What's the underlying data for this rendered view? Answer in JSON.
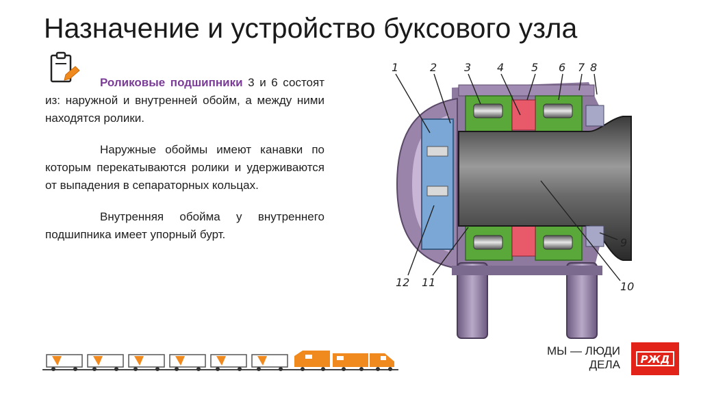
{
  "page": {
    "title": "Назначение и устройство буксового узла"
  },
  "text": {
    "p1_highlight": "Роликовые подшипники",
    "p1_rest": " 3 и 6 состоят из: наружной и внутренней обойм, а между ними находятся ролики.",
    "p2": "Наружные обоймы имеют канавки по которым перекатываются ролики и удерживаются от выпадения в сепараторных кольцах.",
    "p3": "Внутренняя обойма у внутреннего подшипника имеет упорный бурт."
  },
  "diagram": {
    "callouts": [
      "1",
      "2",
      "3",
      "4",
      "5",
      "6",
      "7",
      "8",
      "9",
      "10",
      "11",
      "12"
    ]
  },
  "footer": {
    "slogan_line1": "МЫ — ЛЮДИ",
    "slogan_line2": "ДЕЛА",
    "logo_text": "РЖД"
  },
  "colors": {
    "accent": "#7a3c96",
    "brand_red": "#e2231a",
    "train_orange": "#f08a1e"
  },
  "icons": {
    "clipboard": "clipboard-pencil-icon",
    "logo": "rzd-logo-icon",
    "train": "train-illustration-icon"
  }
}
